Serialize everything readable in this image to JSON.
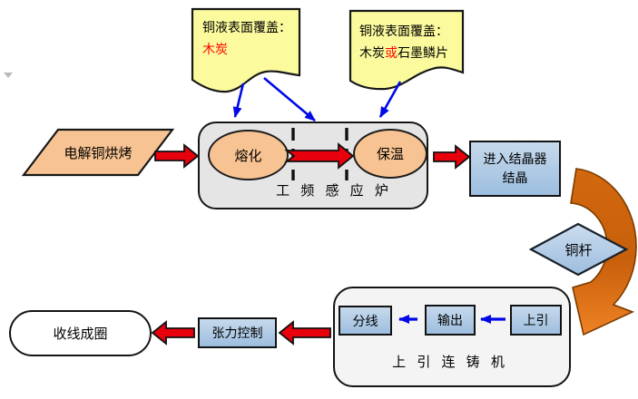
{
  "diagram": {
    "title_hint": "copper-rod-production-flowchart",
    "notes": {
      "left": {
        "title": "铜液表面覆盖：",
        "highlight": "木炭"
      },
      "right": {
        "title": "铜液表面覆盖：",
        "pre": "木炭",
        "highlight": "或",
        "post": "石墨鳞片"
      }
    },
    "nodes": {
      "bake": "电解铜烘烤",
      "melt": "熔化",
      "hold": "保温",
      "furnace": "工 频 感 应 炉",
      "crystallize_line1": "进入结晶器",
      "crystallize_line2": "结晶",
      "rod": "铜杆",
      "split": "分线",
      "output": "输出",
      "updraw": "上引",
      "caster": "上 引 连 铸 机",
      "tension": "张力控制",
      "coil": "收线成圈"
    },
    "colors": {
      "note_fill": "#fbfb9e",
      "tan_fill": "#f7c392",
      "furnace_fill": "#e5e5e5",
      "machine_fill": "#f4f4f4",
      "blue_fill_top": "#c6d9ec",
      "blue_fill_bottom": "#9dbedf",
      "red_arrow": "#e8000d",
      "blue_arrow": "#0009e8",
      "orange_arrow_dark": "#c85f0b",
      "orange_arrow_light": "#ef8224",
      "highlight_text": "#ff0000"
    }
  }
}
